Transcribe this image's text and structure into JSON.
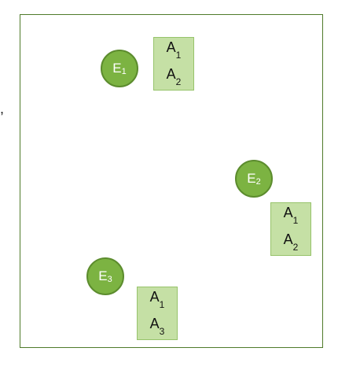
{
  "stray_mark": ",",
  "entities": [
    {
      "label": "E",
      "sub": "1",
      "attrs": [
        {
          "label": "A",
          "sub": "1"
        },
        {
          "label": "A",
          "sub": "2"
        }
      ]
    },
    {
      "label": "E",
      "sub": "2",
      "attrs": [
        {
          "label": "A",
          "sub": "1"
        },
        {
          "label": "A",
          "sub": "2"
        }
      ]
    },
    {
      "label": "E",
      "sub": "3",
      "attrs": [
        {
          "label": "A",
          "sub": "1"
        },
        {
          "label": "A",
          "sub": "3"
        }
      ]
    }
  ],
  "colors": {
    "node_fill": "#7cb342",
    "box_fill": "#c5e0a5",
    "frame_stroke": "#4f7a2a"
  }
}
